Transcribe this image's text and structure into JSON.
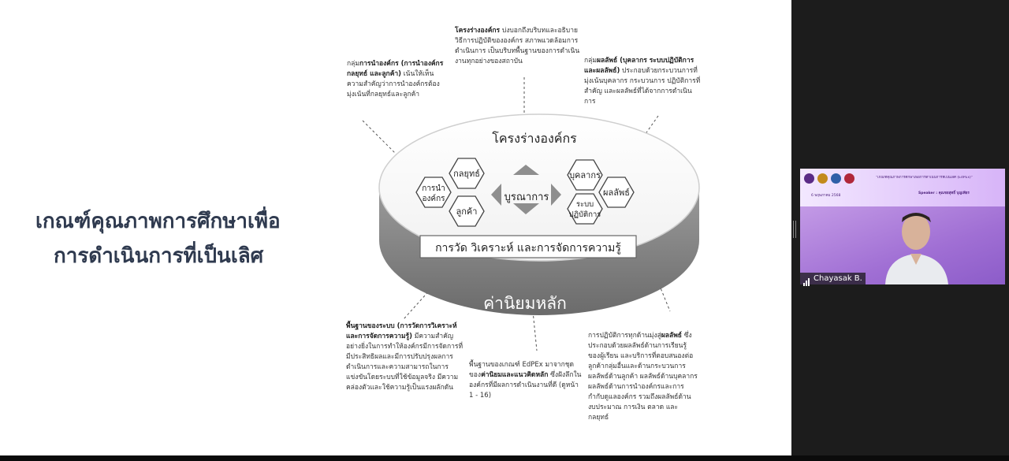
{
  "slide": {
    "title_line1": "เกณฑ์คุณภาพการศึกษาเพื่อ",
    "title_line2": "การดำเนินการที่เป็นเลิศ",
    "diagram": {
      "top_label": "โครงร่างองค์กร",
      "center_label": "บูรณาการ",
      "left_hexes": [
        "การนำ องค์กร",
        "กลยุทธ์",
        "ลูกค้า"
      ],
      "right_hexes": [
        "บุคลากร",
        "ผลลัพธ์",
        "ระบบ ปฏิบัติการ"
      ],
      "base_label": "การวัด วิเคราะห์ และการจัดการความรู้",
      "core_label": "ค่านิยมหลัก"
    },
    "notes": {
      "top_center_bold": "โครงร่างองค์กร",
      "top_center": "บ่งบอกถึงบริบทและอธิบายวิธีการปฏิบัติขององค์กร สภาพแวดล้อมการดำเนินการ เป็นบริบทพื้นฐานของการดำเนินงานทุกอย่างของสถาบัน",
      "top_left_prefix": "กลุ่ม",
      "top_left_bold": "การนำองค์กร (การนำองค์กร กลยุทธ์ และลูกค้า)",
      "top_left": "เน้นให้เห็นความสำคัญว่าการนำองค์กรต้องมุ่งเน้นที่กลยุทธ์และลูกค้า",
      "top_right_prefix": "กลุ่ม",
      "top_right_bold": "ผลลัพธ์ (บุคลากร ระบบปฏิบัติการ และผลลัพธ์)",
      "top_right": "ประกอบด้วยกระบวนการที่มุ่งเน้นบุคลากร กระบวนการ ปฏิบัติการที่สำคัญ และผลลัพธ์ที่ได้จากการดำเนินการ",
      "bottom_left_bold": "พื้นฐานของระบบ (การวัดการวิเคราะห์และการจัดการความรู้)",
      "bottom_left": "มีความสำคัญอย่างยิ่งในการทำให้องค์กรมีการจัดการที่มีประสิทธิผลและมีการปรับปรุงผลการดำเนินการและความสามารถในการแข่งขันโดยระบบที่ใช้ข้อมูลจริง มีความคล่องตัวและใช้ความรู้เป็นแรงผลักดัน",
      "bottom_center_a": "พื้นฐานของเกณฑ์ EdPEx มาจากชุดของ",
      "bottom_center_bold": "ค่านิยมและแนวคิดหลัก",
      "bottom_center_b": "ซึ่งฝังลึกในองค์กรที่มีผลการดำเนินงานที่ดี (ดูหน้า 1 - 16)",
      "bottom_right_a": "การปฏิบัติการทุกด้านมุ่งสู่",
      "bottom_right_bold": "ผลลัพธ์",
      "bottom_right_b": "ซึ่งประกอบด้วยผลลัพธ์ด้านการเรียนรู้ของผู้เรียน และบริการที่ตอบสนองต่อลูกค้ากลุ่มอื่นและด้านกระบวนการ ผลลัพธ์ด้านลูกค้า ผลลัพธ์ด้านบุคลากร ผลลัพธ์ด้านการนำองค์กรและการกำกับดูแลองค์กร รวมถึงผลลัพธ์ด้านงบประมาณ การเงิน ตลาด และกลยุทธ์"
    }
  },
  "camera": {
    "banner_title": "\"เกณฑ์คุณภาพการศึกษาเพื่อการดำเนินการที่เป็นเลิศ (EdPEx)\"",
    "banner_date": "6 พฤษภาคม 2568",
    "banner_speaker": "Speaker : คุณชยสุทธิ์ บุญเพียร",
    "participant_name": "Chayasak B."
  },
  "colors": {
    "slide_bg": "#ffffff",
    "title_text": "#2f3a4f",
    "disc_band": "#7a7a7a",
    "camera_purple": "#a06fd4"
  }
}
